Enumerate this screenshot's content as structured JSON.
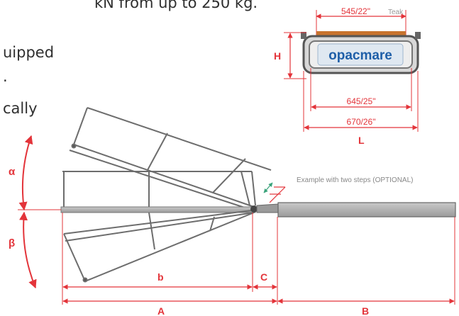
{
  "body_text": {
    "line1": "kN from up to 250 kg.",
    "line2": "uipped",
    "line3": ".",
    "line4": "cally"
  },
  "section": {
    "width_teak": "545/22\"",
    "teak_word": "Teak",
    "brand": "opacmare",
    "label_h": "H",
    "width_645": "645/25\"",
    "width_670": "670/26\"",
    "label_l": "L"
  },
  "side_view": {
    "alpha": "α",
    "beta": "β",
    "b": "b",
    "c": "C",
    "a": "A",
    "big_b": "B",
    "steps_note": "Example with two steps (OPTIONAL)"
  },
  "colors": {
    "dimension_red": "#e3343a",
    "structure": "#777777",
    "teak": "#c8732e",
    "brand_blue": "#1f5fa8",
    "brand_panel": "#dfe8f1",
    "step_green": "#3aa37a"
  }
}
